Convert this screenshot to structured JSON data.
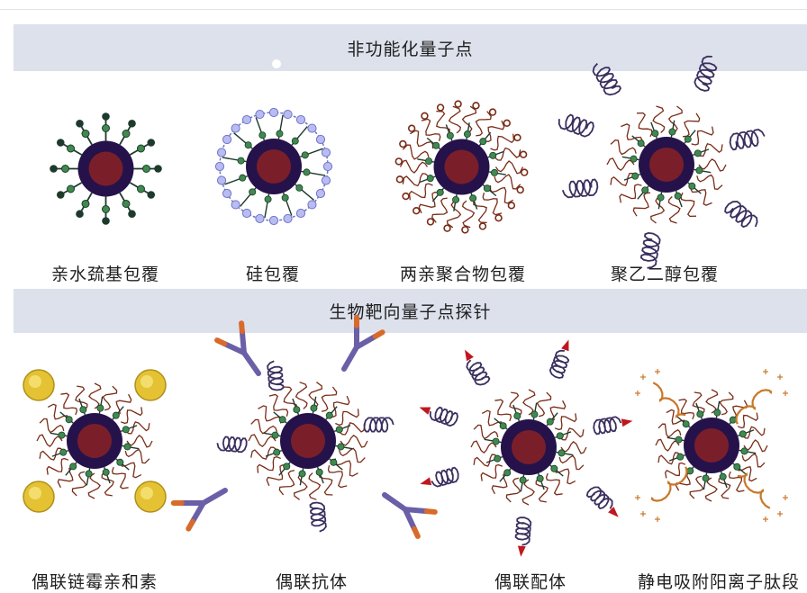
{
  "sections": [
    {
      "title": "非功能化量子点",
      "items": [
        {
          "label": "亲水巯基包覆",
          "type": "thiol"
        },
        {
          "label": "硅包覆",
          "type": "silica"
        },
        {
          "label": "两亲聚合物包覆",
          "type": "polymer"
        },
        {
          "label": "聚乙二醇包覆",
          "type": "peg"
        }
      ]
    },
    {
      "title": "生物靶向量子点探针",
      "items": [
        {
          "label": "偶联链霉亲和素",
          "type": "streptavidin"
        },
        {
          "label": "偶联抗体",
          "type": "antibody"
        },
        {
          "label": "偶联配体",
          "type": "ligand"
        },
        {
          "label": "静电吸附阳离子肽段",
          "type": "peptide"
        }
      ]
    }
  ],
  "colors": {
    "band": "#dde1ec",
    "core": "#7a1f2a",
    "shell": "#26124a",
    "ligand_green": "#3f8a4e",
    "ligand_dark": "#1d3a2c",
    "silica": "#6f74c9",
    "polymer": "#7a2c17",
    "peg": "#3a2f5e",
    "streptavidin": "#e4c234",
    "antibody": "#6b5fa8",
    "antibody_tip": "#d86a2a",
    "ligand_red": "#c0171f",
    "peptide": "#c9772a"
  }
}
